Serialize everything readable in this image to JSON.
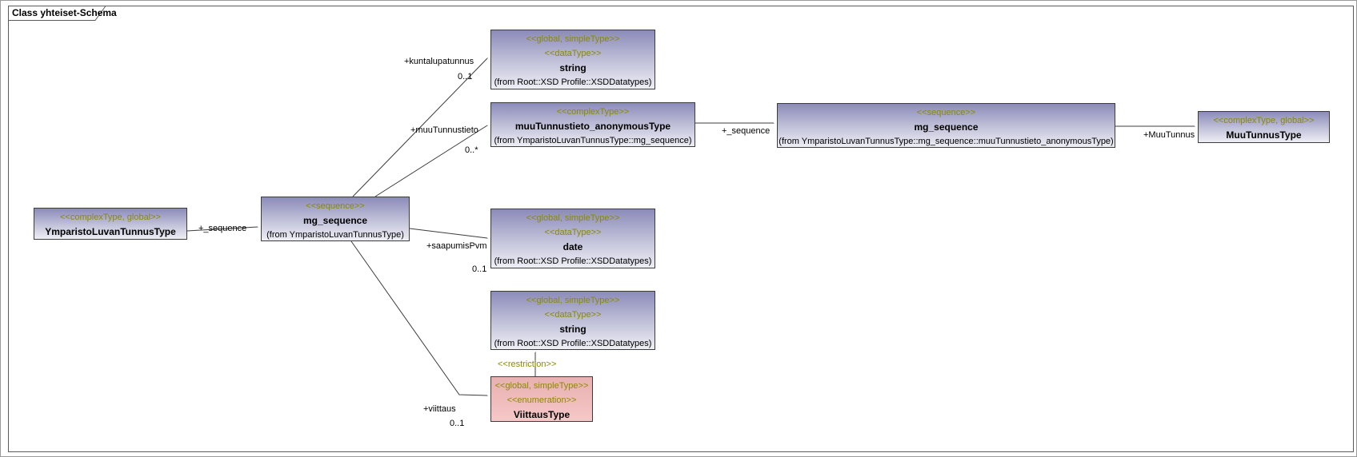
{
  "frame": {
    "title": "Class yhteiset-Schema"
  },
  "colors": {
    "stereotype_text": "#8a8a00",
    "node_gradient_top": "#8b8bba",
    "node_gradient_bottom": "#eeeef5",
    "enum_node_fill": "#f0bcbc",
    "node_border": "#3c3c3c",
    "connector": "#3c3c3c",
    "background": "#ffffff"
  },
  "nodes": {
    "ymparistoLuvanTunnusType": {
      "stereotype1": "<<complexType, global>>",
      "name": "YmparistoLuvanTunnusType"
    },
    "mgSequenceMain": {
      "stereotype1": "<<sequence>>",
      "name": "mg_sequence",
      "from": "(from YmparistoLuvanTunnusType)"
    },
    "stringTop": {
      "stereotype1": "<<global, simpleType>>",
      "stereotype2": "<<dataType>>",
      "name": "string",
      "from": "(from Root::XSD Profile::XSDDatatypes)"
    },
    "muuTunnustietoAnonymousType": {
      "stereotype1": "<<complexType>>",
      "name": "muuTunnustieto_anonymousType",
      "from": "(from YmparistoLuvanTunnusType::mg_sequence)"
    },
    "mgSequenceRight": {
      "stereotype1": "<<sequence>>",
      "name": "mg_sequence",
      "from": "(from YmparistoLuvanTunnusType::mg_sequence::muuTunnustieto_anonymousType)"
    },
    "muuTunnusType": {
      "stereotype1": "<<complexType, global>>",
      "name": "MuuTunnusType"
    },
    "date": {
      "stereotype1": "<<global, simpleType>>",
      "stereotype2": "<<dataType>>",
      "name": "date",
      "from": "(from Root::XSD Profile::XSDDatatypes)"
    },
    "stringBottom": {
      "stereotype1": "<<global, simpleType>>",
      "stereotype2": "<<dataType>>",
      "name": "string",
      "from": "(from Root::XSD Profile::XSDDatatypes)"
    },
    "viittausType": {
      "stereotype1": "<<global, simpleType>>",
      "stereotype2": "<<enumeration>>",
      "name": "ViittausType"
    }
  },
  "edge_labels": {
    "sequenceLeft": {
      "role": "+_sequence"
    },
    "kuntalupatunnus": {
      "role": "+kuntalupatunnus",
      "multiplicity": "0..1"
    },
    "muuTunnustieto": {
      "role": "+muuTunnustieto",
      "multiplicity": "0..*"
    },
    "saapumisPvm": {
      "role": "+saapumisPvm",
      "multiplicity": "0..1"
    },
    "viittaus": {
      "role": "+viittaus",
      "multiplicity": "0..1"
    },
    "sequenceRight": {
      "role": "+_sequence"
    },
    "muuTunnus": {
      "role": "+MuuTunnus"
    },
    "restriction": {
      "stereotype": "<<restriction>>"
    }
  }
}
